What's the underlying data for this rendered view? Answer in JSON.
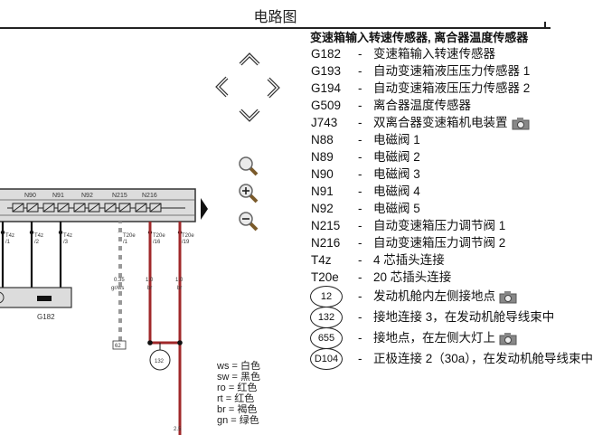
{
  "header": {
    "title": "电路图"
  },
  "diagram": {
    "relay_labels": [
      "N90",
      "N91",
      "N92",
      "N215",
      "N216"
    ],
    "pin_labels": [
      {
        "connector": "T4z",
        "pin": "/1"
      },
      {
        "connector": "T4z",
        "pin": "/2"
      },
      {
        "connector": "T4z",
        "pin": "/3"
      },
      {
        "connector": "T20e",
        "pin": "/1"
      },
      {
        "connector": "T20e",
        "pin": "/16"
      },
      {
        "connector": "T20e",
        "pin": "/19"
      }
    ],
    "wire_specs": [
      {
        "size": "0.35",
        "color": "gr/ws"
      },
      {
        "size": "1.0",
        "color": "br"
      },
      {
        "size": "1.0",
        "color": "br"
      }
    ],
    "sensor_label": "G182",
    "node_62": "62",
    "ground_node": "132",
    "bottom_size": "2.5"
  },
  "color_legend": [
    {
      "code": "ws",
      "name": "白色"
    },
    {
      "code": "sw",
      "name": "黑色"
    },
    {
      "code": "ro",
      "name": "红色"
    },
    {
      "code": "rt",
      "name": "红色"
    },
    {
      "code": "br",
      "name": "褐色"
    },
    {
      "code": "gn",
      "name": "绿色"
    }
  ],
  "components": {
    "title": "变速箱输入转速传感器, 离合器温度传感器",
    "items": [
      {
        "code": "G182",
        "desc": "变速箱输入转速传感器",
        "camera": false
      },
      {
        "code": "G193",
        "desc": "自动变速箱液压压力传感器 1",
        "camera": false
      },
      {
        "code": "G194",
        "desc": "自动变速箱液压压力传感器 2",
        "camera": false
      },
      {
        "code": "G509",
        "desc": "离合器温度传感器",
        "camera": false
      },
      {
        "code": "J743",
        "desc": "双离合器变速箱机电装置",
        "camera": true
      },
      {
        "code": "N88",
        "desc": "电磁阀 1",
        "camera": false
      },
      {
        "code": "N89",
        "desc": "电磁阀 2",
        "camera": false
      },
      {
        "code": "N90",
        "desc": "电磁阀 3",
        "camera": false
      },
      {
        "code": "N91",
        "desc": "电磁阀 4",
        "camera": false
      },
      {
        "code": "N92",
        "desc": "电磁阀 5",
        "camera": false
      },
      {
        "code": "N215",
        "desc": "自动变速箱压力调节阀 1",
        "camera": false
      },
      {
        "code": "N216",
        "desc": "自动变速箱压力调节阀 2",
        "camera": false
      },
      {
        "code": "T4z",
        "desc": "4 芯插头连接",
        "camera": false
      },
      {
        "code": "T20e",
        "desc": "20 芯插头连接",
        "camera": false
      }
    ],
    "circle_items": [
      {
        "code": "12",
        "desc": "发动机舱内左侧接地点",
        "camera": true
      },
      {
        "code": "132",
        "desc": "接地连接 3，在发动机舱导线束中",
        "camera": false
      },
      {
        "code": "655",
        "desc": "接地点，在左侧大灯上",
        "camera": true
      },
      {
        "code": "D104",
        "desc": "正极连接 2（30a），在发动机舱导线束中",
        "camera": false
      }
    ]
  },
  "icons": {
    "nav": [
      "arrow-up-icon",
      "arrow-left-icon",
      "arrow-right-icon",
      "arrow-down-icon"
    ],
    "zoom": [
      "zoom-fit-icon",
      "zoom-in-icon",
      "zoom-out-icon"
    ],
    "camera": "camera-icon"
  },
  "colors": {
    "wire_brown": "#a0282a",
    "wire_black": "#111111",
    "connector_gray": "#dcdcdc"
  }
}
